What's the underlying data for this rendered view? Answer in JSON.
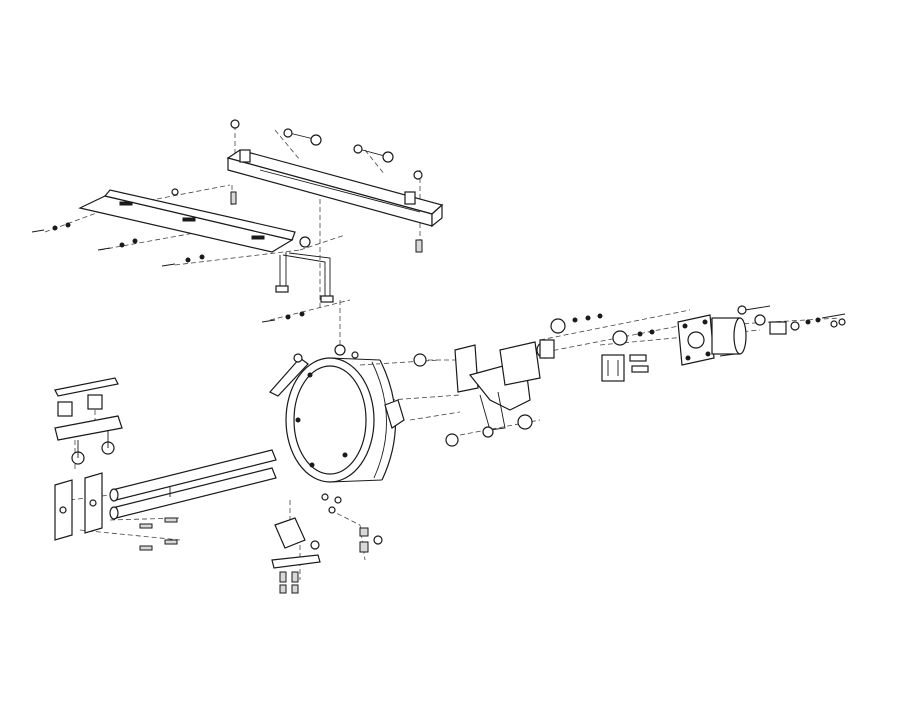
{
  "figure": {
    "type": "exploded-assembly-drawing",
    "line_color": "#1a1a1a",
    "background": "#ffffff",
    "parts": [
      "top-rail",
      "lower-bracket-bar",
      "hanger-rod",
      "main-ring",
      "pivot-bracket-assembly",
      "motor-unit",
      "side-clamp-assembly",
      "guide-rods",
      "mounting-foot-assembly"
    ]
  }
}
